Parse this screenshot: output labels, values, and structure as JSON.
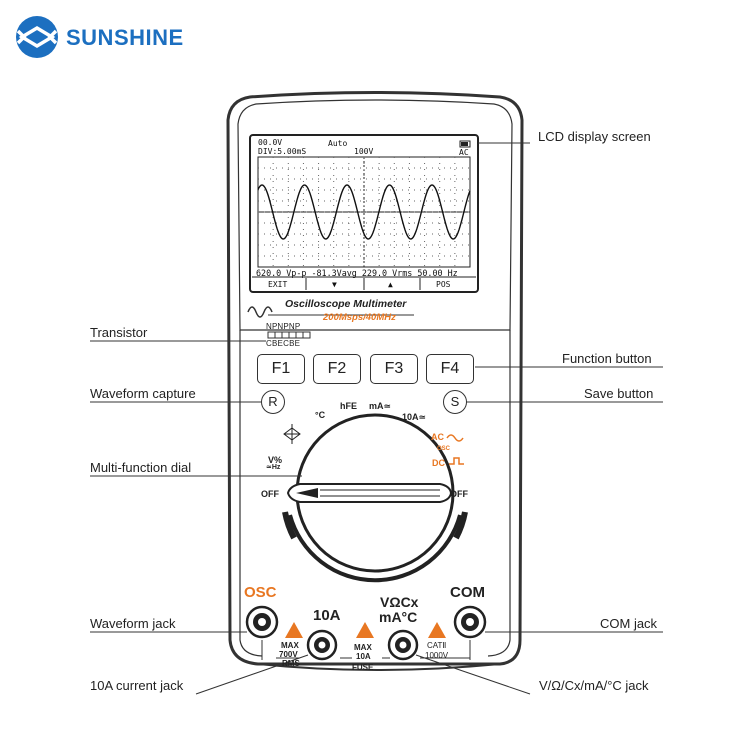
{
  "brand": {
    "name": "SUNSHINE"
  },
  "callouts": {
    "lcd": "LCD display screen",
    "transistor": "Transistor",
    "function_button": "Function button",
    "waveform_capture": "Waveform capture",
    "save_button": "Save button",
    "dial": "Multi-function dial",
    "waveform_jack": "Waveform jack",
    "com_jack": "COM jack",
    "current_jack": "10A current jack",
    "v_jack": "V/Ω/Cx/mA/°C jack"
  },
  "lcd": {
    "trigger": "00.0V",
    "timebase": "DIV:5.00mS",
    "mode": "Auto",
    "range": "100V",
    "coupling": "AC",
    "readout": "620.0 Vp-p -81.3Vavg  229.0 Vrms 50.00 Hz",
    "softkeys": [
      "EXIT",
      "▼",
      "▲",
      "POS"
    ]
  },
  "device": {
    "title": "Oscilloscope Multimeter",
    "spec": "200Msps/40MHz",
    "transistor_top": "N P N P N P",
    "transistor_bottom": "C B E C B E",
    "fkeys": [
      "F1",
      "F2",
      "F3",
      "F4"
    ],
    "r_button": "R",
    "s_button": "S"
  },
  "dial": {
    "temp": "°C",
    "hfe": "hFE",
    "ma": "mA≃",
    "ten_a": "10A≃",
    "v_pct": "V%",
    "hz": "≃Hz",
    "ac": "AC",
    "osc": "OSC",
    "dc": "DC",
    "off_left": "OFF",
    "off_right": "OFF"
  },
  "jacks": {
    "osc": "OSC",
    "ten_a": "10A",
    "v_line1": "VΩCx",
    "v_line2": "mA°C",
    "com": "COM",
    "max1": "MAX",
    "v700": "700V",
    "rms": "RMS",
    "max2": "MAX",
    "a10": "10A",
    "fuse": "FUSE",
    "cat": "CATⅡ",
    "v1000": "1000V"
  },
  "colors": {
    "brand": "#1c6fc0",
    "accent": "#e87722",
    "lcd_bg": "#ffffff",
    "body": "#333333"
  }
}
